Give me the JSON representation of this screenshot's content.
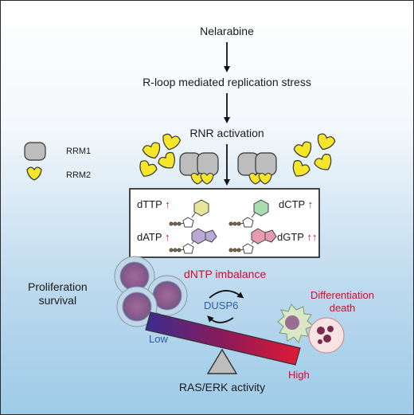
{
  "pathway": {
    "step1": "Nelarabine",
    "step2": "R-loop mediated replication stress",
    "step3": "RNR activation"
  },
  "legend": {
    "rrm1": "RRM1",
    "rrm2": "RRM2"
  },
  "dntps": {
    "dttp": {
      "label": "dTTP",
      "arrows": "↑"
    },
    "dctp": {
      "label": "dCTP",
      "arrows": "↑"
    },
    "datp": {
      "label": "dATP",
      "arrows": "↑"
    },
    "dgtp": {
      "label": "dGTP",
      "arrows": "↑↑"
    }
  },
  "balance": {
    "left_label_line1": "Proliferation",
    "left_label_line2": "survival",
    "imbalance": "dNTP imbalance",
    "dusp6": "DUSP6",
    "right_label_line1": "Differentiation",
    "right_label_line2": "death",
    "low": "Low",
    "high": "High",
    "axis": "RAS/ERK activity"
  },
  "colors": {
    "red": "#c8102e",
    "blue": "#2a5fa8",
    "rrm1": "#bdbdbd",
    "rrm2": "#f5e62a",
    "dttp_ring": "#e8e59a",
    "dctp_ring": "#a9dcb0",
    "datp_ring": "#b8a9d6",
    "dgtp_ring": "#e79bb3"
  }
}
